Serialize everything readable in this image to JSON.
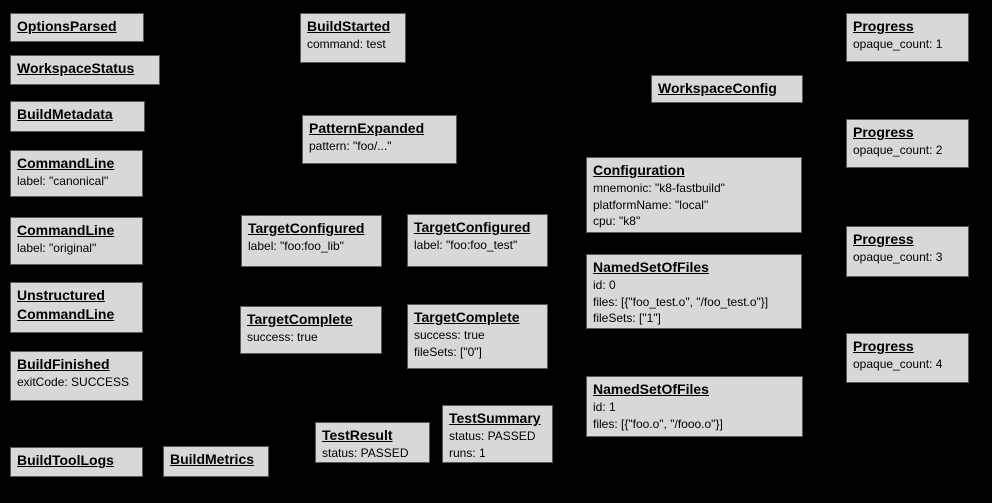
{
  "colors": {
    "background": "#000000",
    "node_fill": "#d8d8d8",
    "node_border": "#58585a",
    "text": "#000000"
  },
  "boxes": [
    {
      "title": "OptionsParsed",
      "lines": []
    },
    {
      "title": "WorkspaceStatus",
      "lines": []
    },
    {
      "title": "BuildMetadata",
      "lines": []
    },
    {
      "title": "CommandLine",
      "lines": [
        "label: \"canonical\""
      ]
    },
    {
      "title": "CommandLine",
      "lines": [
        "label: \"original\""
      ]
    },
    {
      "title": "Unstructured\nCommandLine",
      "lines": []
    },
    {
      "title": "BuildFinished",
      "lines": [
        "exitCode: SUCCESS"
      ]
    },
    {
      "title": "BuildToolLogs",
      "lines": []
    },
    {
      "title": "BuildMetrics",
      "lines": []
    },
    {
      "title": "BuildStarted",
      "lines": [
        "command: test"
      ]
    },
    {
      "title": "PatternExpanded",
      "lines": [
        "pattern: \"foo/...\""
      ]
    },
    {
      "title": "TargetConfigured",
      "lines": [
        "label: \"foo:foo_lib\""
      ]
    },
    {
      "title": "TargetConfigured",
      "lines": [
        "label: \"foo:foo_test\""
      ]
    },
    {
      "title": "TargetComplete",
      "lines": [
        "success: true"
      ]
    },
    {
      "title": "TargetComplete",
      "lines": [
        "success: true",
        "fileSets: [\"0\"]"
      ]
    },
    {
      "title": "TestResult",
      "lines": [
        "status: PASSED"
      ]
    },
    {
      "title": "TestSummary",
      "lines": [
        "status: PASSED",
        "runs: 1"
      ]
    },
    {
      "title": "WorkspaceConfig",
      "lines": []
    },
    {
      "title": "Configuration",
      "lines": [
        "mnemonic: \"k8-fastbuild\"",
        "platformName: \"local\"",
        "cpu: \"k8\""
      ]
    },
    {
      "title": "NamedSetOfFiles",
      "lines": [
        "id: 0",
        "files: [{\"foo_test.o\", \"/foo_test.o\"}]",
        "fileSets: [\"1\"]"
      ]
    },
    {
      "title": "NamedSetOfFiles",
      "lines": [
        "id: 1",
        "files: [{\"foo.o\", \"/fooo.o\"}]"
      ]
    },
    {
      "title": "Progress",
      "lines": [
        "opaque_count: 1"
      ]
    },
    {
      "title": "Progress",
      "lines": [
        "opaque_count: 2"
      ]
    },
    {
      "title": "Progress",
      "lines": [
        "opaque_count: 3"
      ]
    },
    {
      "title": "Progress",
      "lines": [
        "opaque_count: 4"
      ]
    }
  ]
}
